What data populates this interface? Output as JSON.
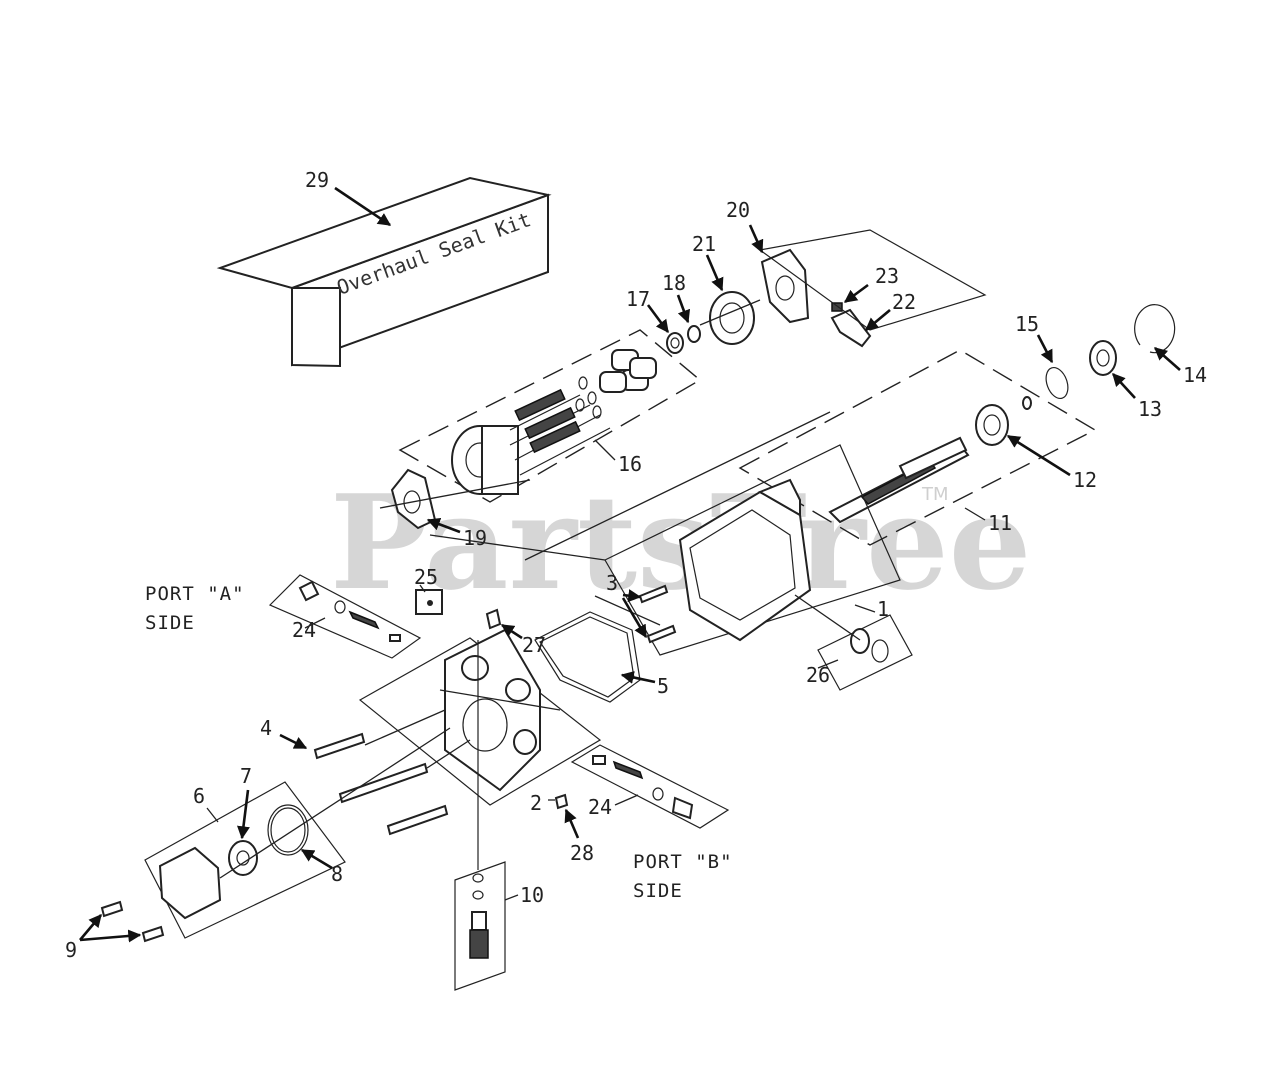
{
  "watermark": {
    "brand": "PartsTree",
    "mark": "TM"
  },
  "kit_box": {
    "text": "Overhaul Seal Kit"
  },
  "side_labels": {
    "port_a_line1": "PORT \"A\"",
    "port_a_line2": "SIDE",
    "port_b_line1": "PORT \"B\"",
    "port_b_line2": "SIDE"
  },
  "callouts": {
    "c1": "1",
    "c2": "2",
    "c3": "3",
    "c4": "4",
    "c5": "5",
    "c6": "6",
    "c7": "7",
    "c8": "8",
    "c9": "9",
    "c10": "10",
    "c11": "11",
    "c12": "12",
    "c13": "13",
    "c14": "14",
    "c15": "15",
    "c16": "16",
    "c17": "17",
    "c18": "18",
    "c19": "19",
    "c20": "20",
    "c21": "21",
    "c22": "22",
    "c23": "23",
    "c24a": "24",
    "c24b": "24",
    "c25": "25",
    "c26": "26",
    "c27": "27",
    "c28": "28",
    "c29": "29"
  },
  "colors": {
    "line": "#222222",
    "watermark": "#cfcfcf",
    "background": "#ffffff"
  }
}
